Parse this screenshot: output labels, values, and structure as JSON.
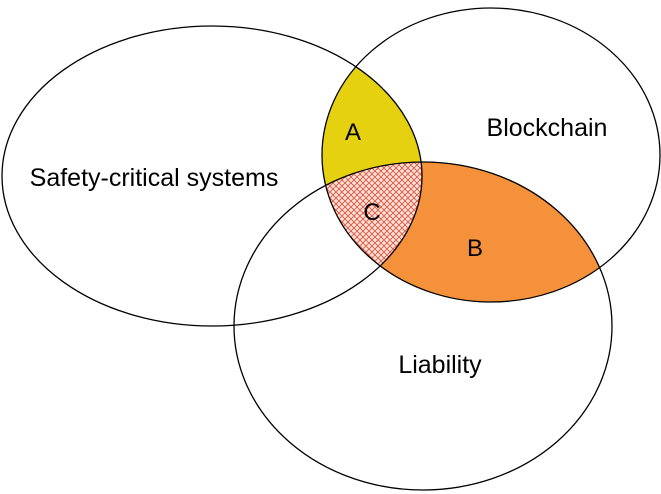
{
  "diagram": {
    "type": "venn",
    "sets": [
      {
        "id": "safety",
        "label": "Safety-critical systems"
      },
      {
        "id": "blockchain",
        "label": "Blockchain"
      },
      {
        "id": "liability",
        "label": "Liability"
      }
    ],
    "regions": [
      {
        "id": "A",
        "label": "A",
        "sets": [
          "safety",
          "blockchain"
        ],
        "fill": "#e5d10f"
      },
      {
        "id": "B",
        "label": "B",
        "sets": [
          "blockchain",
          "liability"
        ],
        "fill": "#f5913b"
      },
      {
        "id": "C",
        "label": "C",
        "sets": [
          "safety",
          "blockchain",
          "liability"
        ],
        "fill_pattern": "crosshatch",
        "color": "#e0543a"
      }
    ],
    "colors": {
      "outline": "#000000",
      "background": "#ffffff"
    }
  }
}
